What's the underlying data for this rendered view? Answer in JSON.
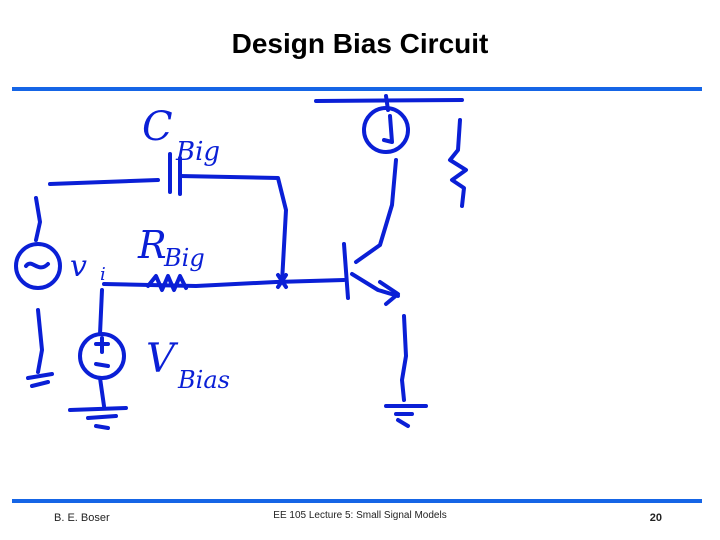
{
  "slide": {
    "title": "Design Bias Circuit",
    "footer_left": "B. E. Boser",
    "footer_center": "EE 105 Lecture 5: Small Signal Models",
    "page_number": "20"
  },
  "colors": {
    "accent_rule": "#1565e6",
    "ink": "#0a1fd6"
  },
  "sketch": {
    "handwritten_labels": [
      "C",
      "Big",
      "R",
      "Big",
      "v",
      "i",
      "V",
      "Bias"
    ]
  }
}
